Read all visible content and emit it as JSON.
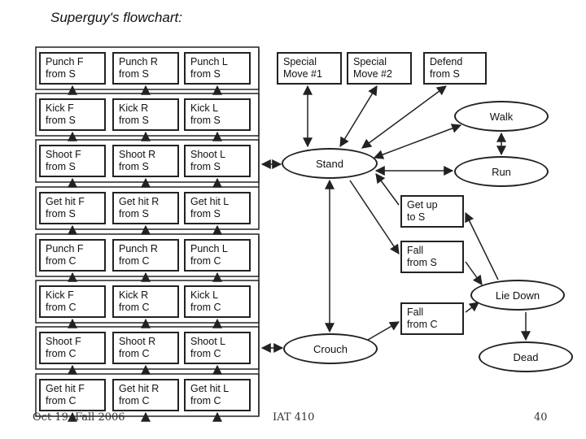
{
  "title": "Superguy's flowchart:",
  "grid": [
    [
      "Punch F\nfrom S",
      "Punch R\nfrom S",
      "Punch L\nfrom S"
    ],
    [
      "Kick F\nfrom S",
      "Kick R\nfrom S",
      "Kick L\nfrom S"
    ],
    [
      "Shoot F\nfrom S",
      "Shoot R\nfrom S",
      "Shoot L\nfrom S"
    ],
    [
      "Get hit F\nfrom S",
      "Get hit R\nfrom S",
      "Get hit L\nfrom S"
    ],
    [
      "Punch F\nfrom C",
      "Punch R\nfrom C",
      "Punch L\nfrom C"
    ],
    [
      "Kick F\nfrom C",
      "Kick R\nfrom C",
      "Kick L\nfrom C"
    ],
    [
      "Shoot F\nfrom C",
      "Shoot R\nfrom C",
      "Shoot L\nfrom C"
    ],
    [
      "Get hit F\nfrom C",
      "Get hit R\nfrom C",
      "Get hit L\nfrom C"
    ]
  ],
  "top_boxes": {
    "special1": "Special\nMove #1",
    "special2": "Special\nMove #2",
    "defend": "Defend\nfrom S"
  },
  "side_boxes": {
    "getup": "Get up\nto S",
    "fall_s": "Fall\nfrom S",
    "fall_c": "Fall\nfrom C"
  },
  "states": {
    "stand": "Stand",
    "crouch": "Crouch",
    "walk": "Walk",
    "run": "Run",
    "liedown": "Lie Down",
    "dead": "Dead"
  },
  "footer": {
    "date": "Oct 19, Fall 2006",
    "course": "IAT 410",
    "page": "40"
  }
}
